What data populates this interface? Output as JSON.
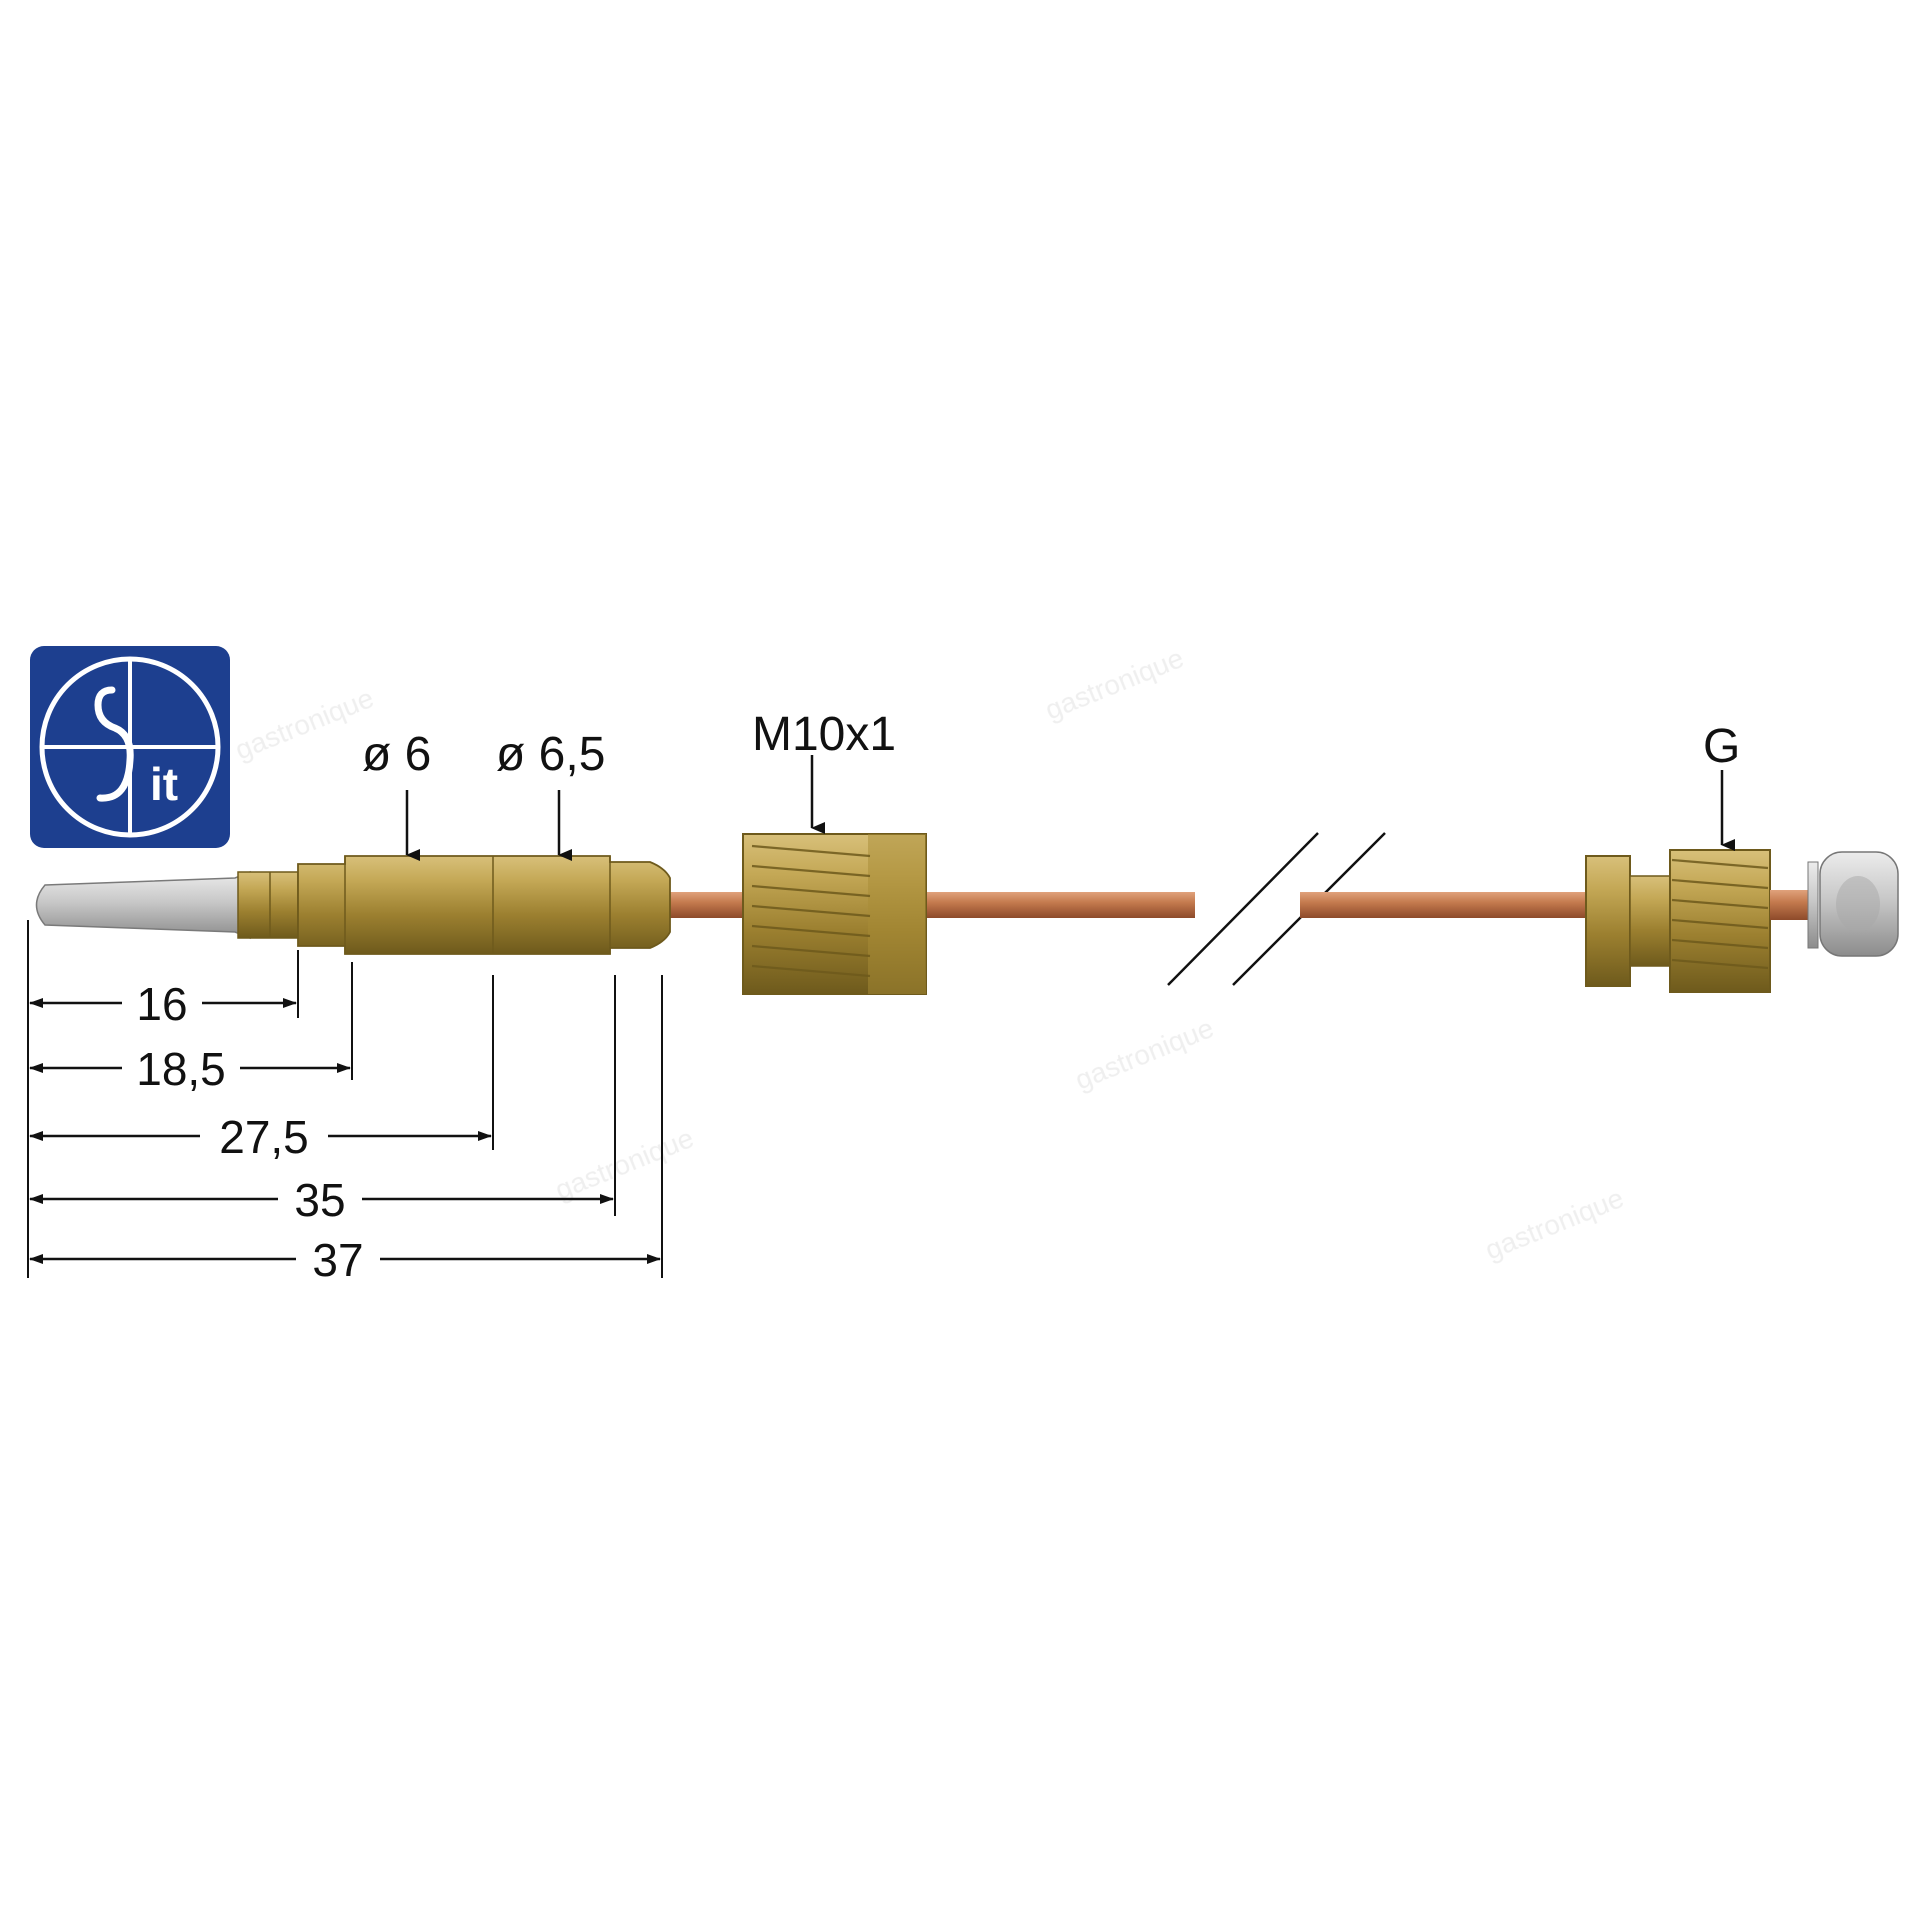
{
  "logo": {
    "text": "Sit",
    "background": "#1d3f8f",
    "foreground": "#ffffff"
  },
  "labels": {
    "dia_tip": "ø 6",
    "dia_body": "ø 6,5",
    "thread_main": "M10x1",
    "thread_end": "G"
  },
  "dimensions": [
    {
      "value": "16"
    },
    {
      "value": "18,5"
    },
    {
      "value": "27,5"
    },
    {
      "value": "35"
    },
    {
      "value": "37"
    }
  ],
  "watermark": {
    "text": "gastronique"
  },
  "colors": {
    "brass": "#b59a3f",
    "brass_dark": "#7a6420",
    "copper": "#c47a4e",
    "copper_dark": "#8d4a2a",
    "steel": "#c9c9c9",
    "ink": "#111111"
  }
}
